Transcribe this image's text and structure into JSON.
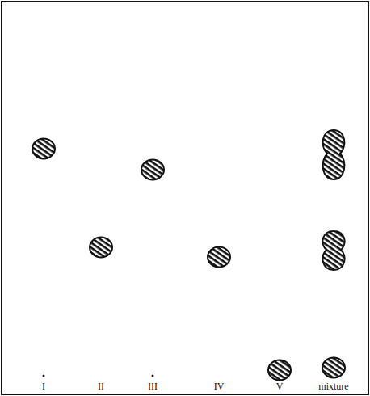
{
  "diagram": {
    "labels": [
      "I",
      "II",
      "III",
      "IV",
      "V",
      "mixture"
    ]
  }
}
